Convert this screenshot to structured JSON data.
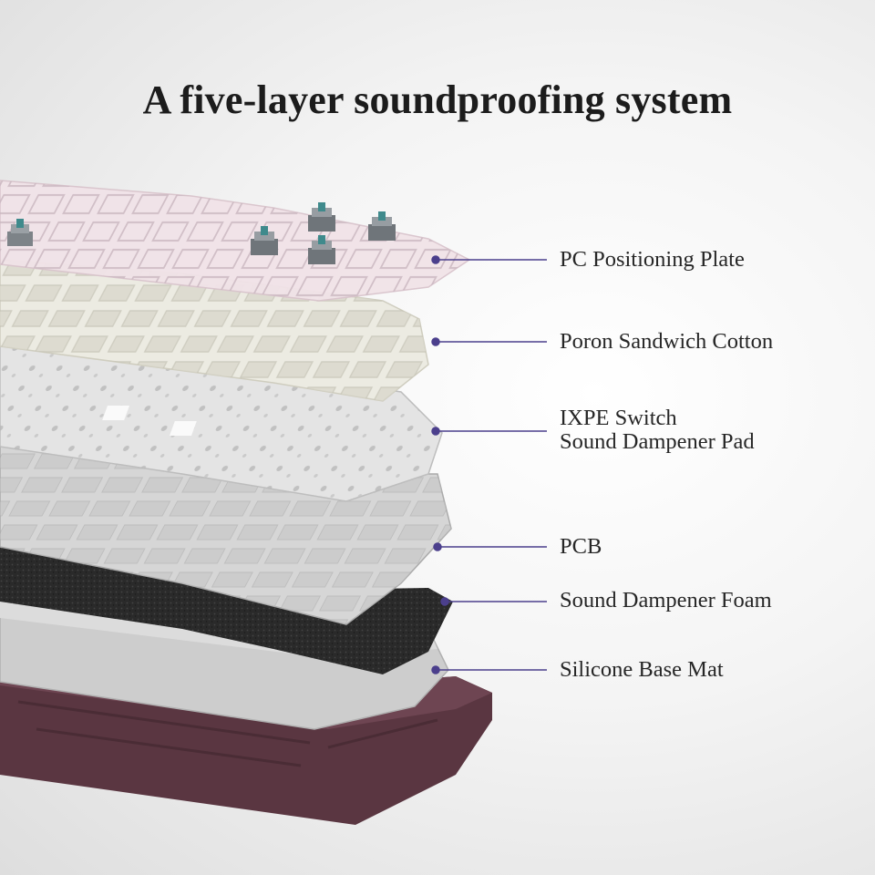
{
  "title": "A five-layer soundproofing system",
  "colors": {
    "leader_line": "#4b3f8c",
    "leader_dot": "#4b3f8c",
    "base_case": "#5e3a45",
    "pc_plate": "#f3e6ea",
    "poron": "#ecebe2",
    "ixpe": "#e6e6e6",
    "pcb": "#d2d2d2",
    "foam": "#2a2a2a",
    "silicone": "#c8c8c8",
    "switch_stem": "#3f8a8c"
  },
  "layers": [
    {
      "id": "pc-positioning-plate",
      "label_lines": [
        "PC Positioning Plate"
      ]
    },
    {
      "id": "poron-sandwich-cotton",
      "label_lines": [
        "Poron Sandwich Cotton"
      ]
    },
    {
      "id": "ixpe-switch-pad",
      "label_lines": [
        "IXPE Switch",
        "Sound Dampener Pad"
      ]
    },
    {
      "id": "pcb",
      "label_lines": [
        "PCB"
      ]
    },
    {
      "id": "sound-dampener-foam",
      "label_lines": [
        "Sound Dampener Foam"
      ]
    },
    {
      "id": "silicone-base-mat",
      "label_lines": [
        "Silicone Base Mat"
      ]
    }
  ]
}
